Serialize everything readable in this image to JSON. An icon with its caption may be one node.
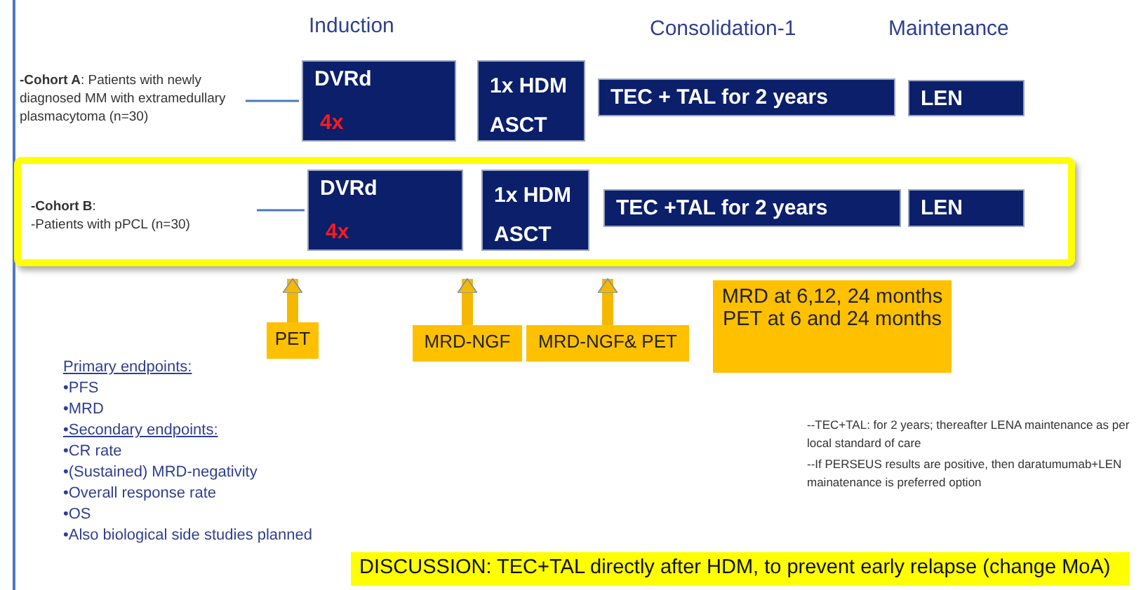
{
  "diagram": {
    "nodes": [
      {
        "text": [
          "**-Cohort A**: Patients with newly diagnosed MM with extramedullary plasmacytoma (n=30)"
        ]
      },
      {
        "text": [
          "DVRd",
          "4x"
        ]
      },
      {
        "text": [
          "1x HDM ASCT"
        ]
      },
      {
        "text": [
          "TEC + TAL for 2 years"
        ]
      },
      {
        "text": [
          "LEN"
        ]
      },
      {
        "text": [],
        "shape": "box"
      },
      {
        "text": [
          "**-Cohort B**:",
          "-Patients with pPCL (n=30)"
        ],
        "in": 5
      },
      {
        "text": [
          "DVRd",
          "4x"
        ],
        "in": 5
      },
      {
        "text": [
          "1x HDM ASCT"
        ],
        "in": 5
      },
      {
        "text": [
          "TEC +TAL for 2 years"
        ],
        "in": 5
      },
      {
        "text": [
          "LEN"
        ],
        "in": 5
      },
      {
        "text": [
          "PET"
        ]
      },
      {
        "text": [
          "MRD-NGF"
        ]
      },
      {
        "text": [
          "MRD-NGF& PET"
        ]
      },
      {
        "text": [
          "MRD at 6,12, 24 months",
          "PET at 6 and 24 months"
        ]
      },
      {
        "text": [
          "DISCUSSION: TEC+TAL directly after HDM, to prevent early relapse (change MoA)"
        ]
      }
    ],
    "edges": [
      {
        "from": 0,
        "to": 1,
        "arrow": "none",
        "color": "#4a78c0"
      },
      {
        "from": 6,
        "to": 7,
        "arrow": "none",
        "color": "#4a78c0"
      },
      {
        "from": 11,
        "to": 5,
        "arrow": "to"
      },
      {
        "from": 12,
        "to": 5,
        "arrow": "to"
      },
      {
        "from": 13,
        "to": 5,
        "arrow": "to"
      }
    ],
    "labels": [
      "Induction",
      "Consolidation-1",
      "Maintenance",
      "Primary endpoints:",
      "•PFS",
      "•MRD",
      "•Secondary endpoints:",
      "•CR rate",
      "•(Sustained) MRD-negativity",
      "•Overall response rate",
      "•OS",
      "•Also biological side studies planned",
      "--TEC+TAL: for 2 years; thereafter LENA maintenance as per local standard of care",
      "--If PERSEUS results are positive, then daratumumab+LEN mainatenance is preferred option"
    ]
  }
}
